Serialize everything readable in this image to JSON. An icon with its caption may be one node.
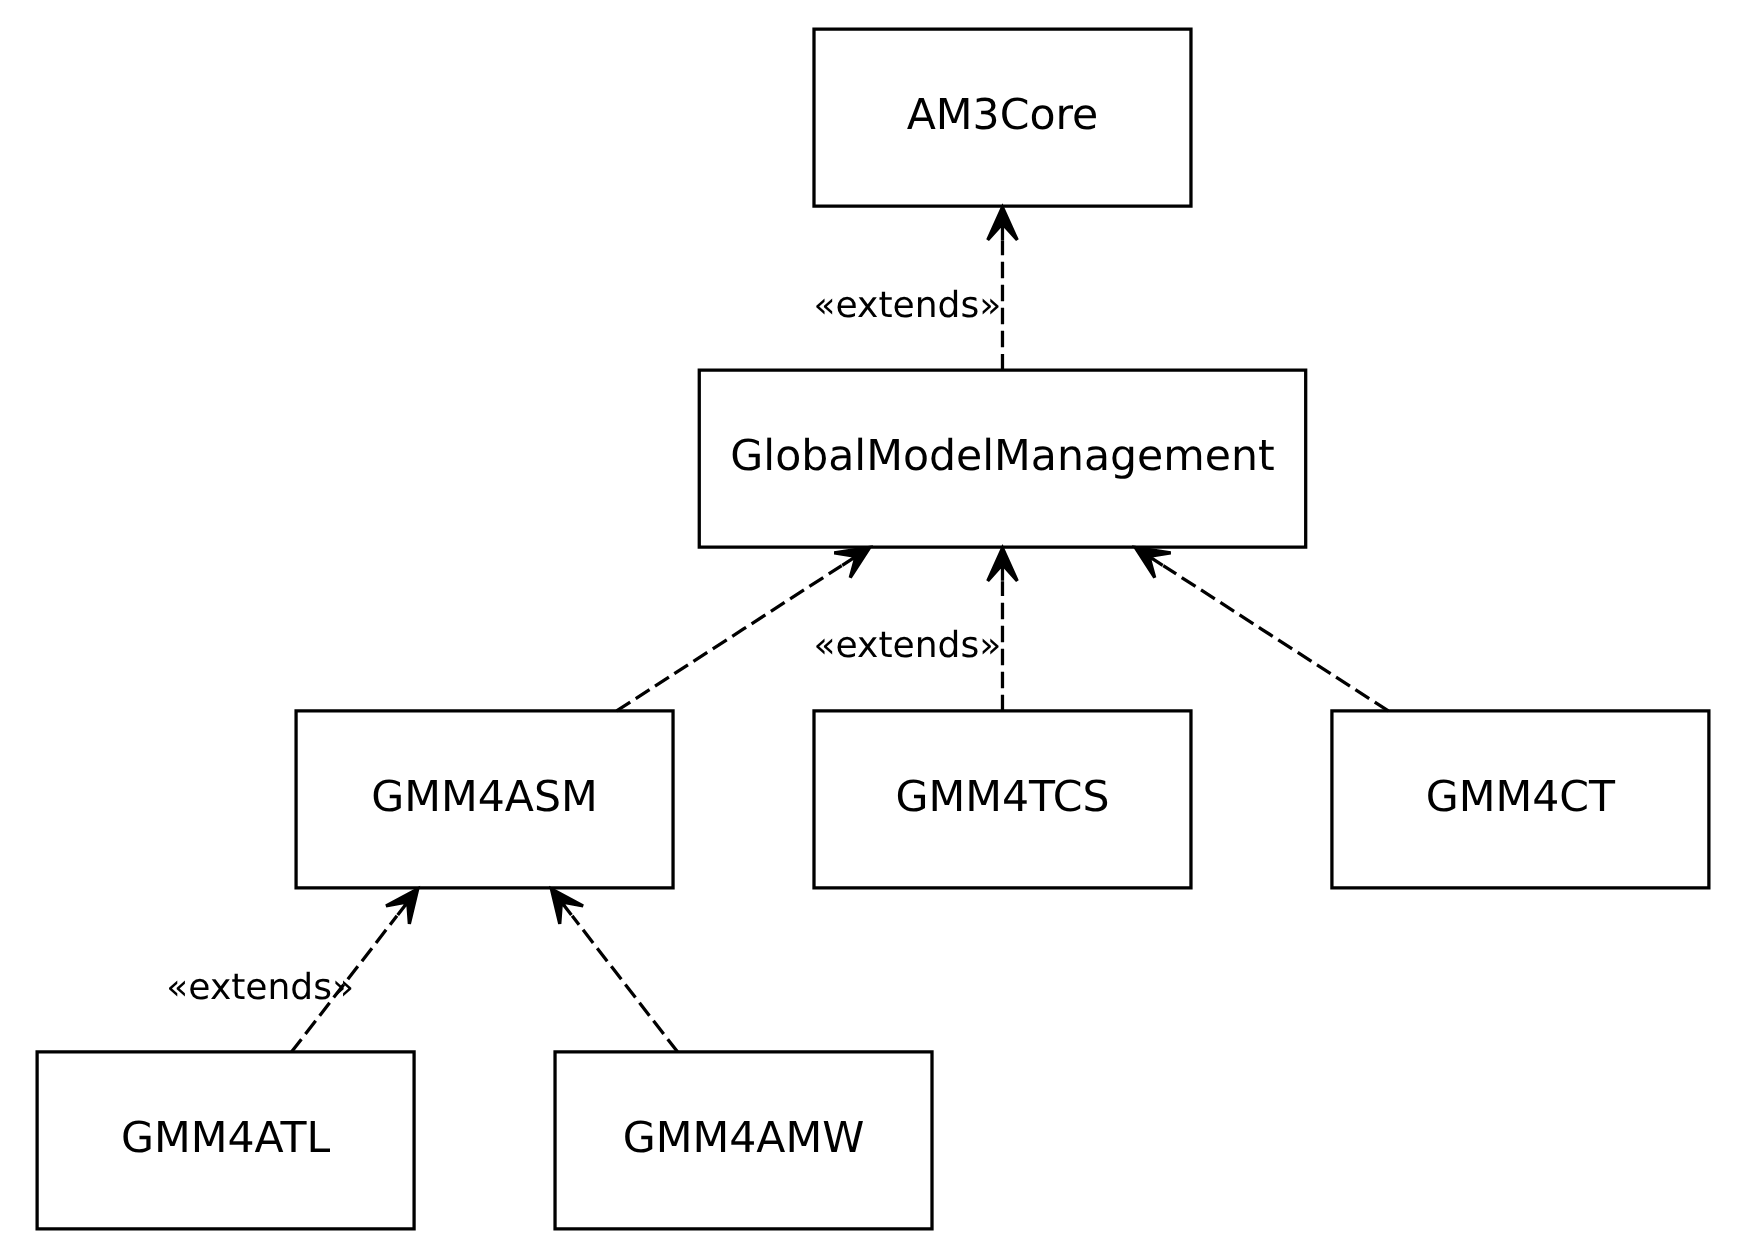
{
  "diagram": {
    "nodes": [
      {
        "text": [
          "AM3Core"
        ]
      },
      {
        "text": [
          "GlobalModelManagement"
        ]
      },
      {
        "text": [
          "GMM4ASM"
        ]
      },
      {
        "text": [
          "GMM4TCS"
        ]
      },
      {
        "text": [
          "GMM4CT"
        ]
      },
      {
        "text": [
          "GMM4ATL"
        ]
      },
      {
        "text": [
          "GMM4AMW"
        ]
      }
    ],
    "edges": [
      {
        "from": 1,
        "to": 0,
        "arrow": "to",
        "style": "dashed",
        "label": "«extends»"
      },
      {
        "from": 2,
        "to": 1,
        "arrow": "to",
        "style": "dashed"
      },
      {
        "from": 3,
        "to": 1,
        "arrow": "to",
        "style": "dashed",
        "label": "«extends»"
      },
      {
        "from": 4,
        "to": 1,
        "arrow": "to",
        "style": "dashed"
      },
      {
        "from": 5,
        "to": 2,
        "arrow": "to",
        "style": "dashed",
        "label": "«extends»"
      },
      {
        "from": 6,
        "to": 2,
        "arrow": "to",
        "style": "dashed"
      }
    ]
  }
}
